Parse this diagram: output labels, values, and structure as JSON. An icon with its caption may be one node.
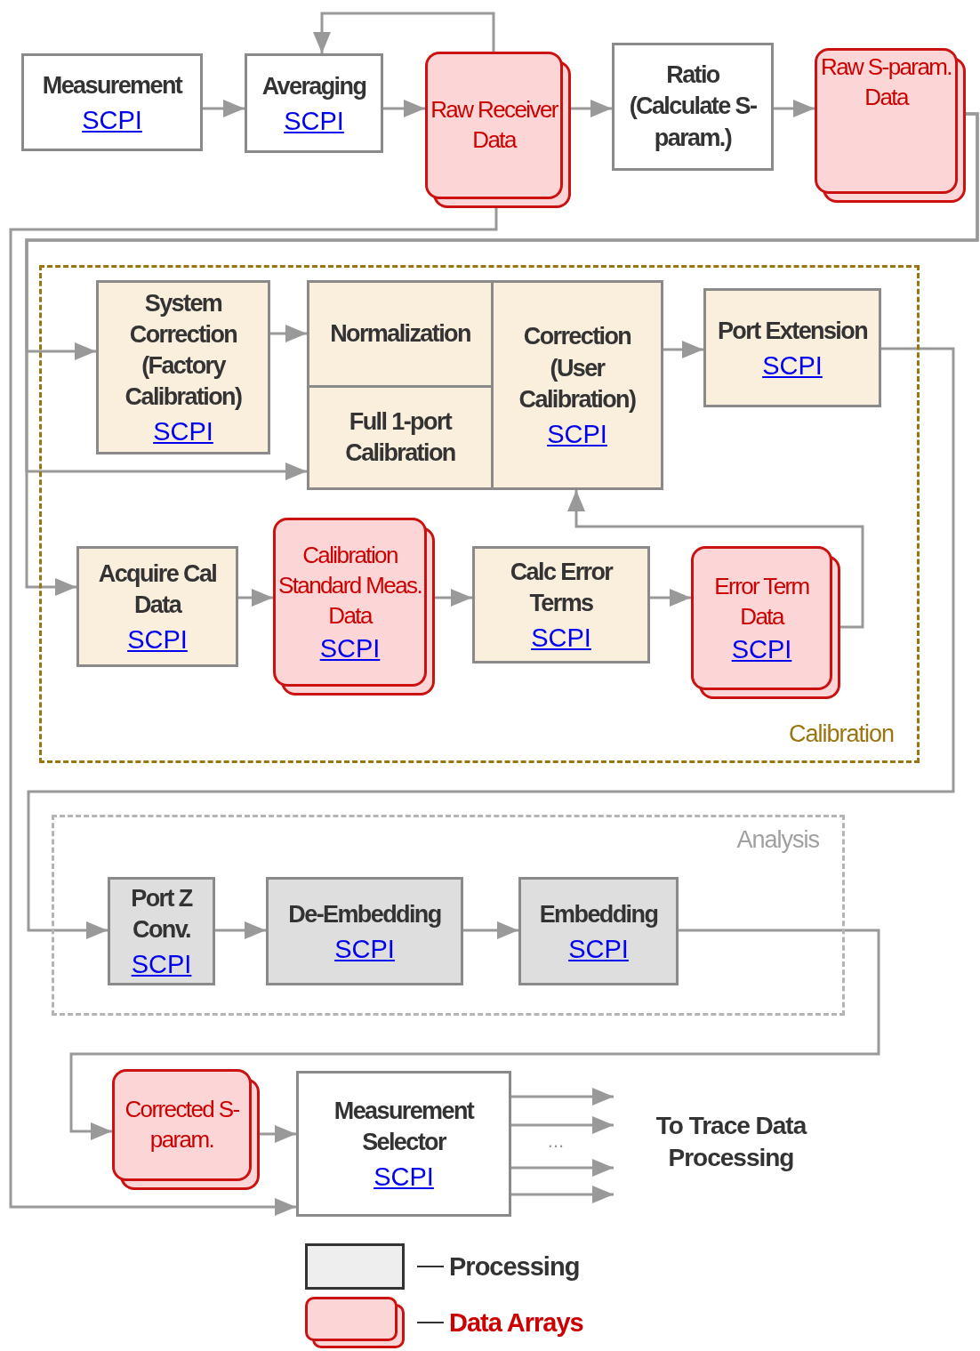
{
  "diagram": {
    "nodes": [
      {
        "text": [
          "Measurement",
          "SCPI"
        ]
      },
      {
        "text": [
          "Averaging",
          "SCPI"
        ]
      },
      {
        "text": [
          "Raw Receiver Data"
        ]
      },
      {
        "text": [
          "Ratio (Calculate S-param.)"
        ]
      },
      {
        "text": [
          "Raw S-param. Data"
        ]
      },
      {
        "text": [
          "Calibration"
        ]
      },
      {
        "text": [
          "System Correction (Factory Calibration)",
          "SCPI"
        ],
        "in": 5
      },
      {
        "text": [
          "Normalization"
        ],
        "in": 5
      },
      {
        "text": [
          "Full 1-port Calibration"
        ],
        "in": 5
      },
      {
        "text": [
          "Correction (User Calibration)",
          "SCPI"
        ],
        "in": 5
      },
      {
        "text": [
          "Port Extension",
          "SCPI"
        ],
        "in": 5
      },
      {
        "text": [
          "Acquire Cal Data",
          "SCPI"
        ],
        "in": 5
      },
      {
        "text": [
          "Calibration Standard Meas. Data",
          "SCPI"
        ],
        "in": 5
      },
      {
        "text": [
          "Calc Error Terms",
          "SCPI"
        ],
        "in": 5
      },
      {
        "text": [
          "Error Term Data",
          "SCPI"
        ],
        "in": 5
      },
      {
        "text": [
          "Analysis"
        ]
      },
      {
        "text": [
          "Port Z Conv.",
          "SCPI"
        ],
        "in": 15
      },
      {
        "text": [
          "De-Embedding",
          "SCPI"
        ],
        "in": 15
      },
      {
        "text": [
          "Embedding",
          "SCPI"
        ],
        "in": 15
      },
      {
        "text": [
          "Corrected S-param."
        ]
      },
      {
        "text": [
          "Measurement Selector",
          "SCPI"
        ]
      }
    ],
    "edges": [
      {
        "from": 0,
        "to": 1,
        "arrow": "to"
      },
      {
        "from": 1,
        "to": 2,
        "arrow": "to"
      },
      {
        "from": 2,
        "to": 1,
        "arrow": "to"
      },
      {
        "from": 2,
        "to": 3,
        "arrow": "to"
      },
      {
        "from": 3,
        "to": 4,
        "arrow": "to"
      },
      {
        "from": 4,
        "to": 6,
        "arrow": "to"
      },
      {
        "from": 4,
        "to": 8,
        "arrow": "to"
      },
      {
        "from": 4,
        "to": 11,
        "arrow": "to"
      },
      {
        "from": 2,
        "to": 20,
        "arrow": "to"
      },
      {
        "from": 6,
        "to": 7,
        "arrow": "to"
      },
      {
        "from": 9,
        "to": 10,
        "arrow": "to"
      },
      {
        "from": 11,
        "to": 12,
        "arrow": "to"
      },
      {
        "from": 12,
        "to": 13,
        "arrow": "to"
      },
      {
        "from": 13,
        "to": 14,
        "arrow": "to"
      },
      {
        "from": 14,
        "to": 9,
        "arrow": "to"
      },
      {
        "from": 10,
        "to": 16,
        "arrow": "to"
      },
      {
        "from": 16,
        "to": 17,
        "arrow": "to"
      },
      {
        "from": 17,
        "to": 18,
        "arrow": "to"
      },
      {
        "from": 18,
        "to": 19,
        "arrow": "to"
      },
      {
        "from": 19,
        "to": 20,
        "arrow": "to"
      },
      {
        "from": 20,
        "to": null,
        "arrow": "to"
      },
      {
        "from": 20,
        "to": null,
        "arrow": "to"
      },
      {
        "from": 20,
        "to": null,
        "arrow": "to"
      },
      {
        "from": 20,
        "to": null,
        "arrow": "to"
      }
    ],
    "labels": [
      "...",
      "To Trace Data Processing"
    ],
    "legend": [
      {
        "text": "Processing"
      },
      {
        "text": "Data Arrays"
      }
    ]
  }
}
